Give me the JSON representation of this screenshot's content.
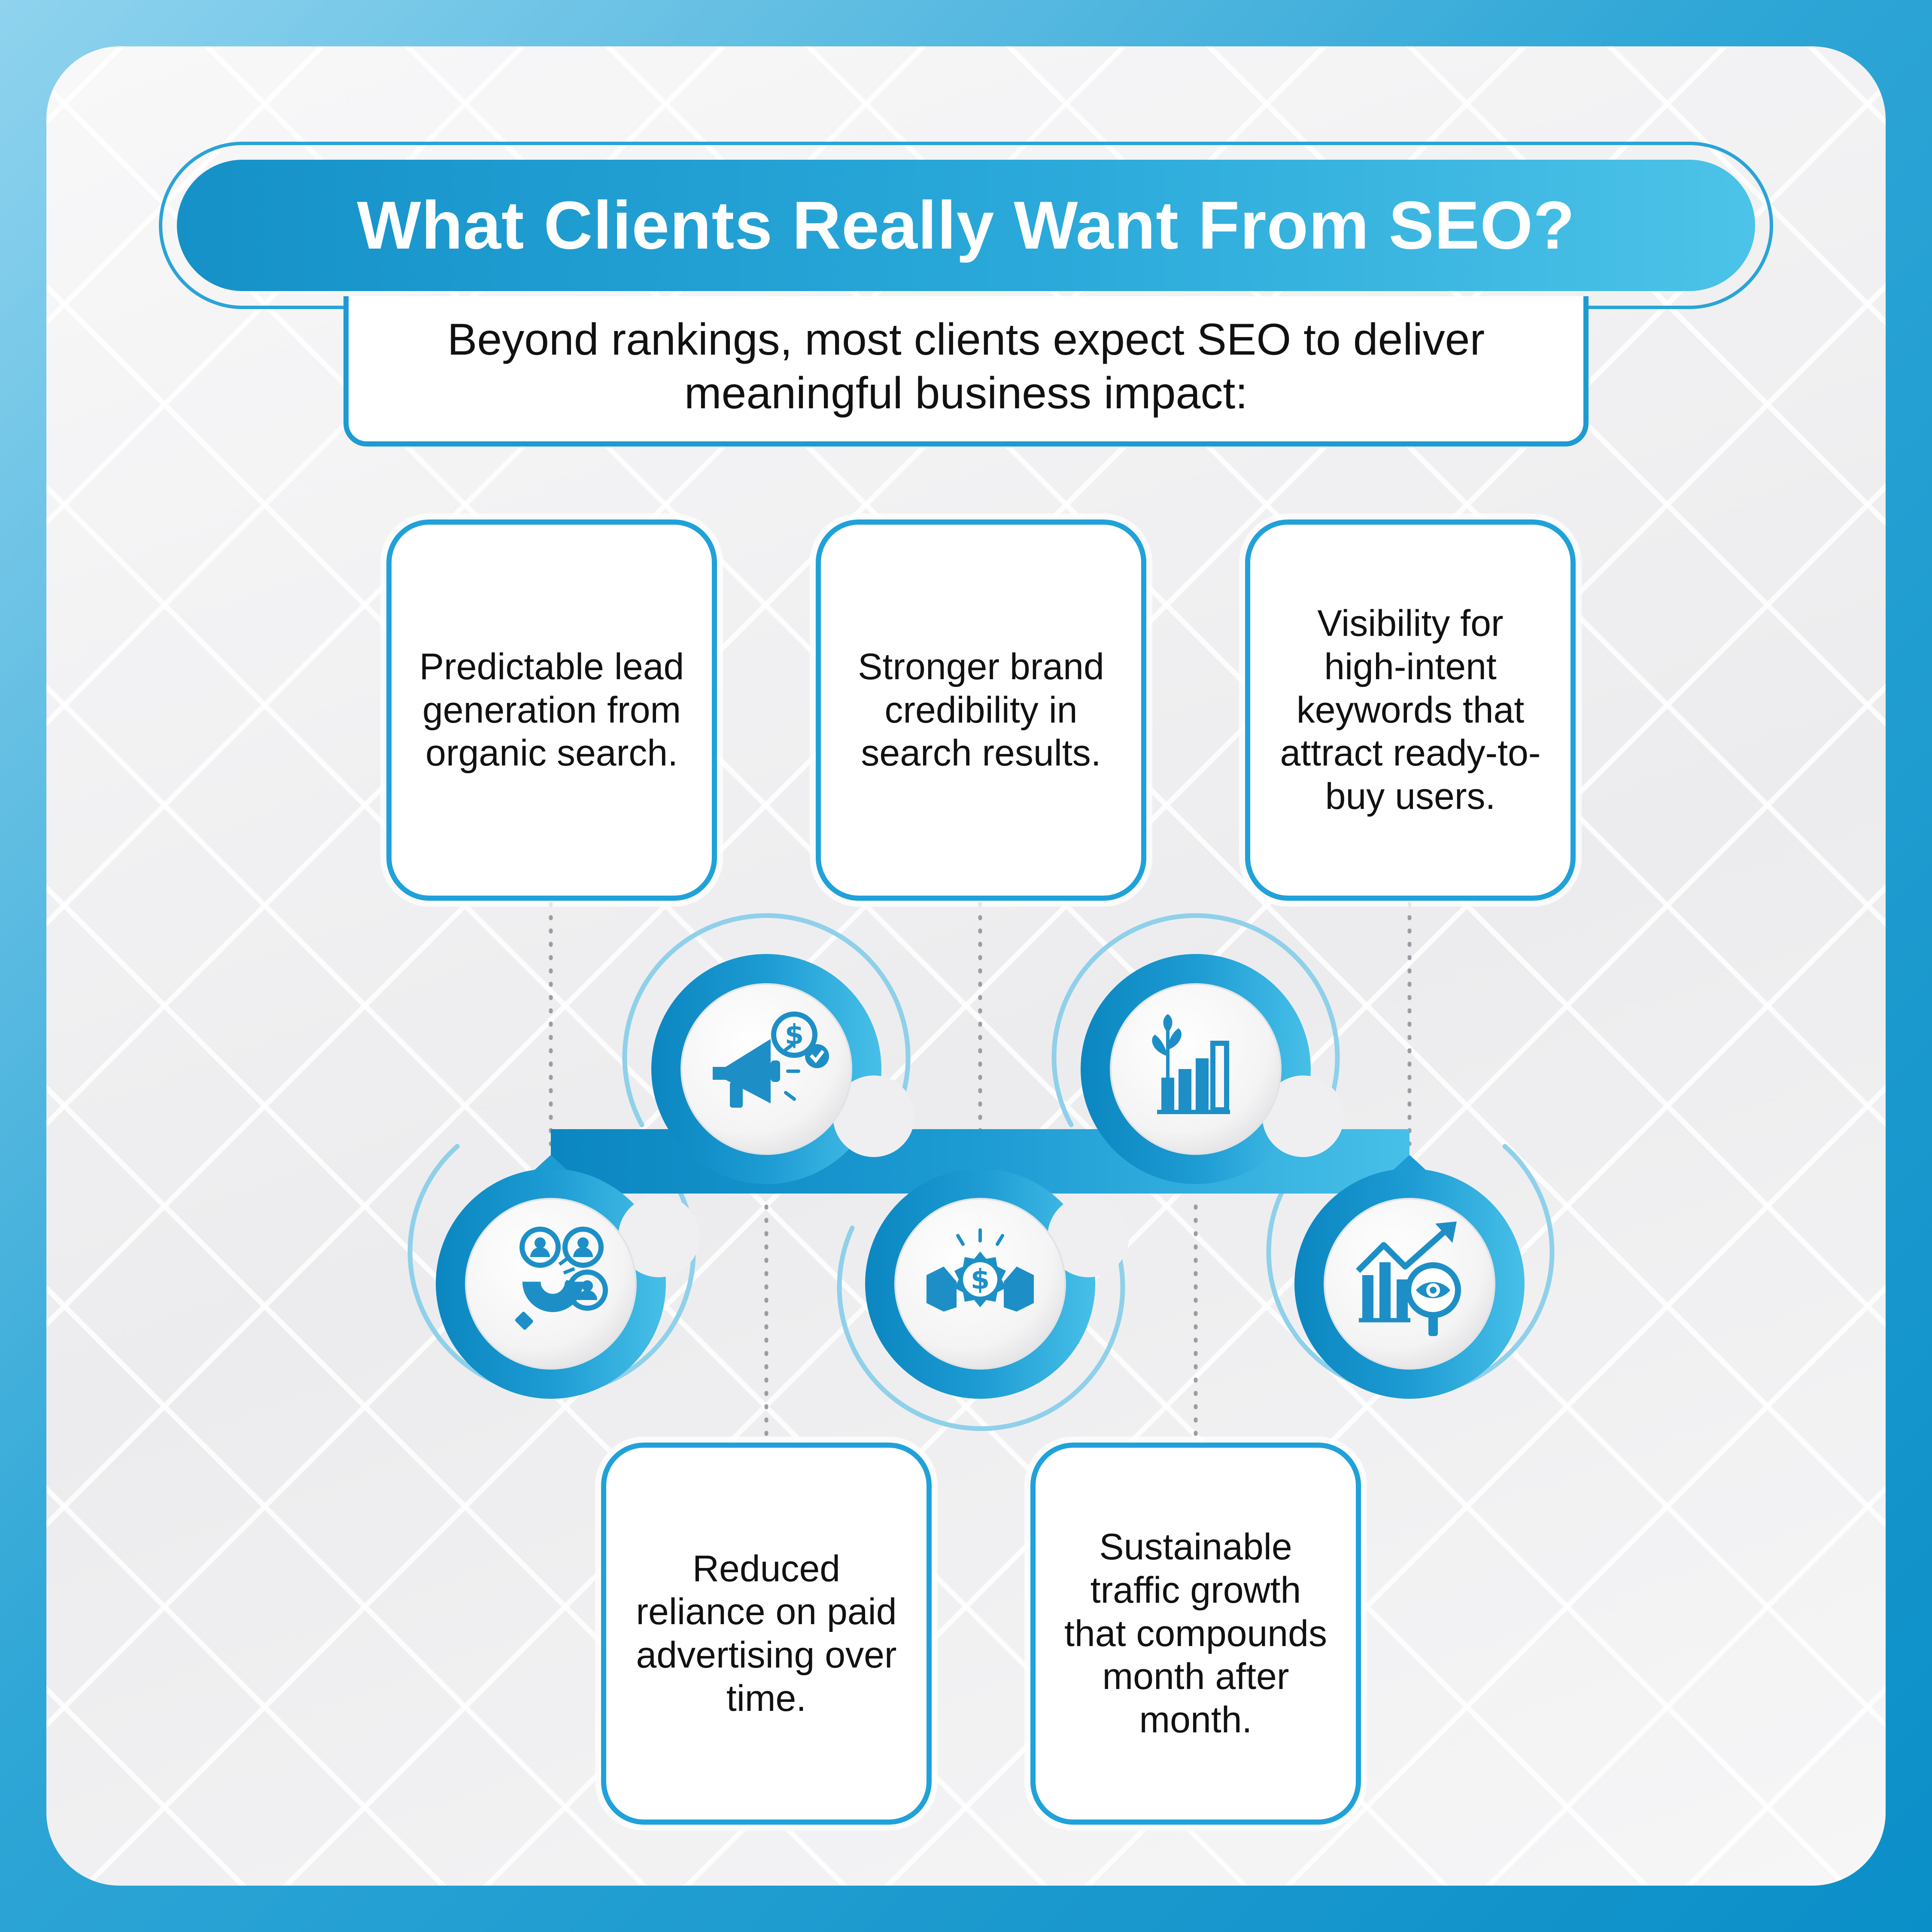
{
  "title": "What Clients Really Want From SEO?",
  "subtitle": "Beyond rankings, most clients expect SEO to deliver meaningful business impact:",
  "items": [
    {
      "text": "Predictable lead generation from organic search.",
      "icon": "magnet-users-icon"
    },
    {
      "text": "Reduced reliance on paid advertising over time.",
      "icon": "megaphone-dollar-icon"
    },
    {
      "text": "Stronger brand credibility in search results.",
      "icon": "hands-dollar-badge-icon"
    },
    {
      "text": "Sustainable traffic growth that compounds month after month.",
      "icon": "plant-growth-chart-icon"
    },
    {
      "text": "Visibility for high-intent keywords that attract ready-to-buy users.",
      "icon": "chart-magnifier-eye-icon"
    }
  ],
  "colors": {
    "primary": "#1d9bd3",
    "dark": "#0b86c0",
    "light": "#4cc3e8",
    "background": "#f4f4f5"
  }
}
